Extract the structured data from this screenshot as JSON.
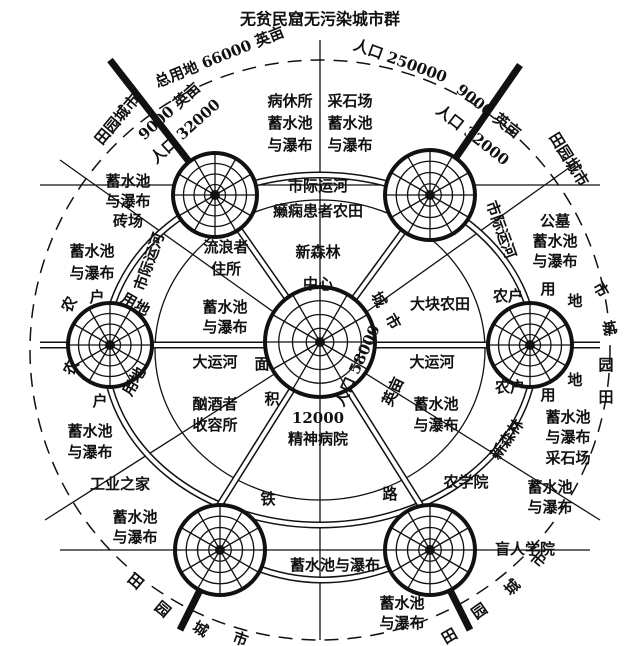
{
  "title": "无贫民窟无污染城市群",
  "top": {
    "total_area": "总用地 66000 英亩",
    "population_total": "人口 250000",
    "garden_city_tl": "田园城市",
    "tl_area": "9000 英亩",
    "tl_pop": "人口 32000",
    "tr_area": "9000 英亩",
    "tr_pop": "人口 32000",
    "garden_city_tr": "田园城市",
    "sanatorium": [
      "病休所",
      "蓄水池",
      "与瀑布"
    ],
    "quarry": [
      "采石场",
      "蓄水池",
      "与瀑布"
    ]
  },
  "labels": {
    "intermunicipal_canal_top": "市际运河",
    "intermunicipal_canal_left": "市际运河",
    "intermunicipal_canal_right": "市际运河",
    "epileptic_farm": "癞痫患者农田",
    "left_brickfield": [
      "蓄水池",
      "与瀑布",
      "砖场"
    ],
    "left_reservoir_1": [
      "蓄水池",
      "与瀑布"
    ],
    "vagrants_home": [
      "流浪者",
      "住所"
    ],
    "new_forest": "新森林",
    "center": "中心",
    "right_cemetery": [
      "公墓",
      "蓄水池",
      "与瀑布"
    ],
    "farm_land_left_top": [
      "农",
      "户",
      "用地"
    ],
    "farm_land_left_bottom": [
      "农",
      "户",
      "用地"
    ],
    "center_reservoir": [
      "蓄水池",
      "与瀑布"
    ],
    "large_farms": "大块农田",
    "city_rot": [
      "城",
      "市"
    ],
    "grand_canal_left": "大运河",
    "grand_canal_right": "大运河",
    "area_chars": [
      "面",
      "积"
    ],
    "center_pop": "人口 58000",
    "acres": "英亩",
    "inebriates": [
      "酗酒者",
      "收容所"
    ],
    "asylum": [
      "12000",
      "精神病院"
    ],
    "right_reservoir_mid": [
      "蓄水池",
      "与瀑布"
    ],
    "right_top_chars": [
      "农户",
      "用",
      "地",
      "市",
      "城"
    ],
    "right_bottom_chars": [
      "农户",
      "用",
      "地",
      "园",
      "田"
    ],
    "left_reservoir_2": [
      "蓄水池",
      "与瀑布"
    ],
    "industrial_home": "工业之家",
    "right_quarry": [
      "蓄水池",
      "与瀑布",
      "采石场"
    ],
    "new_forest_rot": "新森林",
    "agri_college": "农学院",
    "right_reservoir_low": [
      "蓄水池",
      "与瀑布"
    ],
    "blind_college": "盲人学院",
    "railway": [
      "铁",
      "路"
    ],
    "left_reservoir_3": [
      "蓄水池",
      "与瀑布"
    ],
    "bottom_reservoir": "蓄水池与瀑布",
    "bottom_reservoir_2": [
      "蓄水池",
      "与瀑布"
    ],
    "garden_city_bl": [
      "田",
      "园",
      "城",
      "市"
    ],
    "garden_city_br": [
      "田",
      "园",
      "城",
      "市"
    ]
  }
}
